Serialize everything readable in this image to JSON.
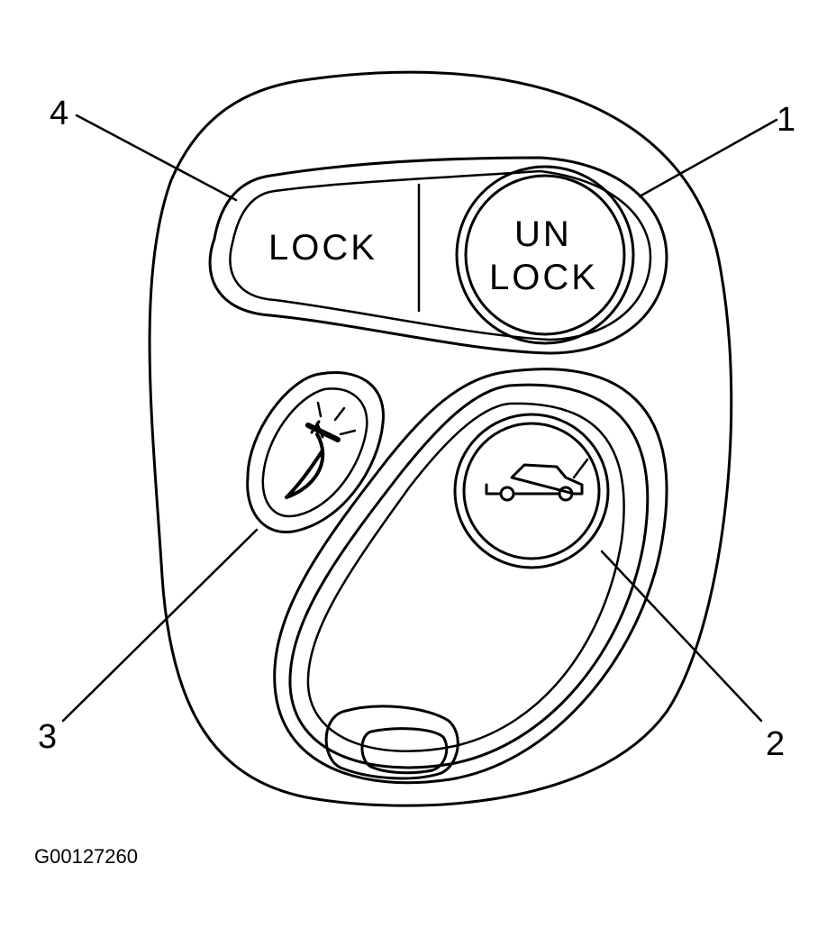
{
  "figure_id": "G00127260",
  "buttons": {
    "lock": {
      "label": "LOCK",
      "callout": "4"
    },
    "unlock": {
      "line1": "UN",
      "line2": "LOCK",
      "callout": "1"
    },
    "trunk": {
      "icon": "car-trunk-icon",
      "callout": "2"
    },
    "panic": {
      "icon": "horn-icon",
      "callout": "3"
    }
  },
  "colors": {
    "ink": "#000000",
    "paper": "#ffffff"
  }
}
